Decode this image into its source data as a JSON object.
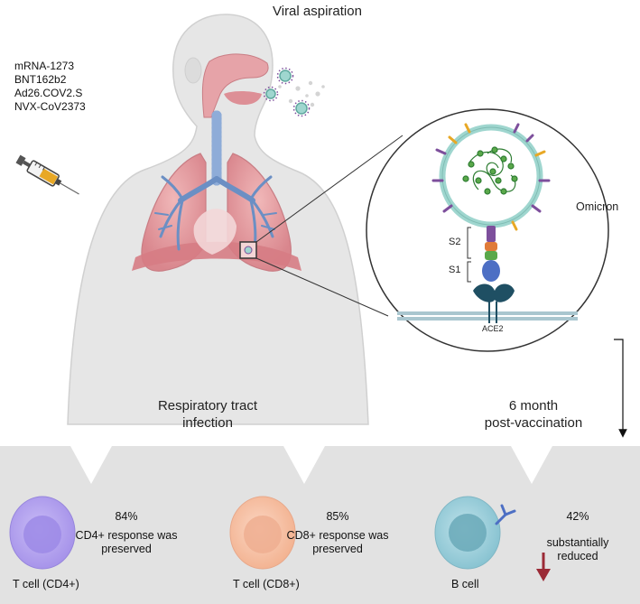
{
  "title": "Viral aspiration",
  "vaccines": [
    "mRNA-1273",
    "BNT162b2",
    "Ad26.COV2.S",
    "NVX-CoV2373"
  ],
  "zoom": {
    "variant_label": "Omicron",
    "s2_label": "S2",
    "s1_label": "S1",
    "receptor_label": "ACE2"
  },
  "panels": {
    "left_label": "Respiratory tract\ninfection",
    "right_label": "6 month\npost-vaccination"
  },
  "cells": [
    {
      "name": "T cell (CD4+)",
      "percent": "84%",
      "description": "CD4+ response was\npreserved",
      "color": "#b9a9ee"
    },
    {
      "name": "T cell (CD8+)",
      "percent": "85%",
      "description": "CD8+ response was\npreserved",
      "color": "#f8c8ae"
    },
    {
      "name": "B cell",
      "percent": "42%",
      "description": "substantially\nreduced",
      "color": "#a9d6e0"
    }
  ],
  "colors": {
    "banner": "#e2e2e2",
    "reduced_arrow": "#9b2a36",
    "virus_envelope": "#9fd6cf",
    "spike_purple": "#7d4f9c",
    "lung": "#e7a1a5",
    "airway": "#6b8fc4"
  }
}
